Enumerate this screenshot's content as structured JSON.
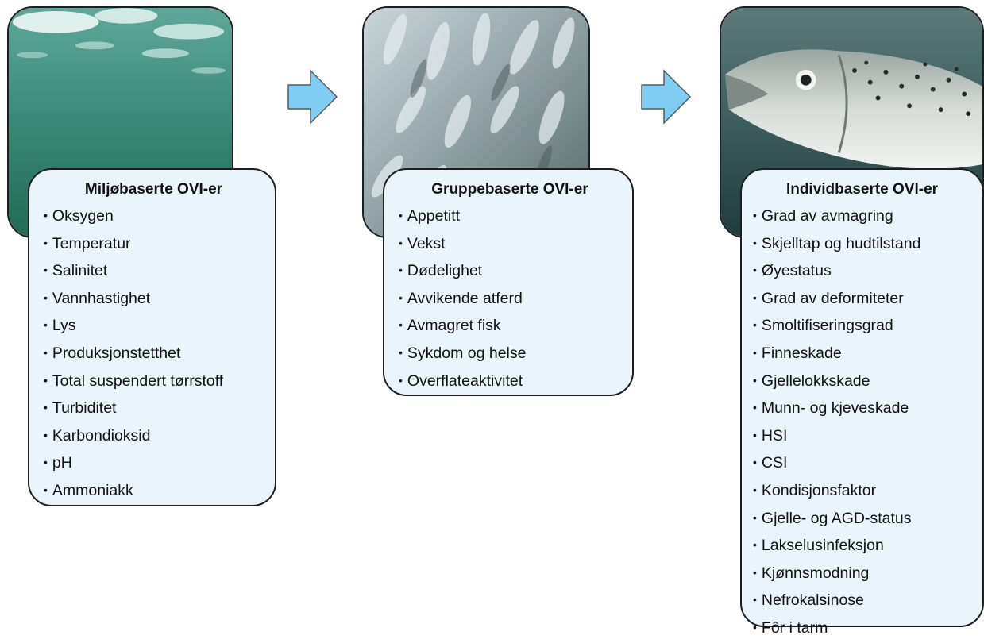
{
  "colors": {
    "card_fill": "#eaf4fb",
    "card_border": "#1e1e1e",
    "arrow_fill": "#7fcdf2",
    "arrow_stroke": "#5a5a5a",
    "water_green": "#3f8f7f"
  },
  "columns": [
    {
      "photo": "underwater-sea-photo",
      "title": "Miljøbaserte OVI-er",
      "items": [
        "Oksygen",
        "Temperatur",
        "Salinitet",
        "Vannhastighet",
        "Lys",
        "Produksjonstetthet",
        "Total suspendert tørrstoff",
        "Turbiditet",
        "Karbondioksid",
        "pH",
        "Ammoniakk"
      ]
    },
    {
      "photo": "fish-school-photo",
      "title": "Gruppebaserte OVI-er",
      "items": [
        "Appetitt",
        "Vekst",
        "Dødelighet",
        "Avvikende atferd",
        "Avmagret fisk",
        "Sykdom og helse",
        "Overflateaktivitet"
      ]
    },
    {
      "photo": "salmon-head-photo",
      "title": "Individbaserte OVI-er",
      "items": [
        "Grad av avmagring",
        "Skjelltap og hudtilstand",
        "Øyestatus",
        "Grad av deformiteter",
        "Smoltifiseringsgrad",
        "Finneskade",
        "Gjellelokkskade",
        "Munn- og kjeveskade",
        "HSI",
        "CSI",
        "Kondisjonsfaktor",
        "Gjelle- og AGD-status",
        "Lakselusinfeksjon",
        "Kjønnsmodning",
        "Nefrokalsinose",
        "Fôr i tarm"
      ]
    }
  ],
  "bullet": "•"
}
